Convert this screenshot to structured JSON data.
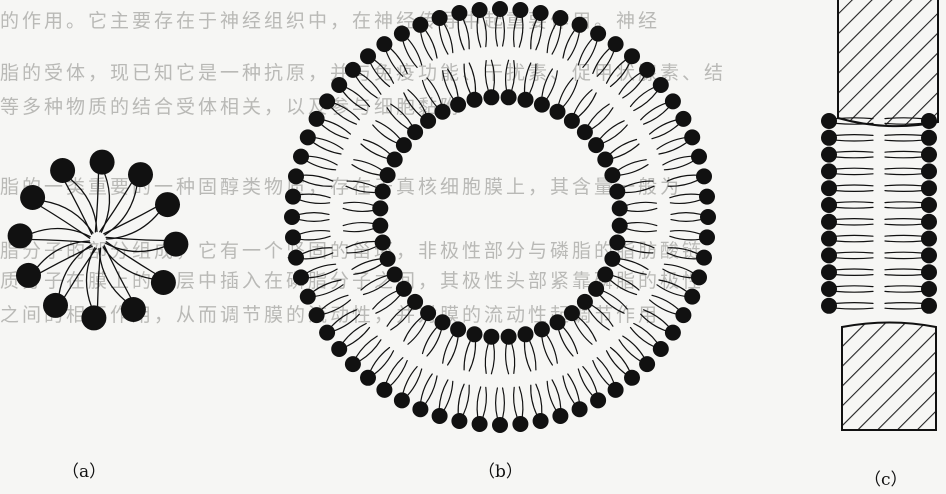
{
  "background": {
    "color": "#f6f6f4",
    "bleed_text_lines": [
      "的作用。它主要存在于神经组织中，在神经传导中起重要作用。神经",
      "脂的受体，现已知它是一种抗原，并与免疫功能、干扰素、促甲状腺素、结",
      "等多种物质的结合受体相关，以及参与细胞黏附",
      "脂的一类重要的一种固醇类物质，存在于真核细胞膜上，其含量一般为",
      "脂分子的部分组成，它有一个坚固的甾环，非极性部分与磷脂的脂肪酸链",
      "质分子在膜上的脂层中插入在磷脂分子之间，其极性头部紧靠磷脂的极性",
      "之间的相互作用，从而调节膜的流动性，并对膜的流动性起调节作用"
    ]
  },
  "figure": {
    "colors": {
      "ink": "#111111",
      "head": "#111111",
      "hatch": "#222222"
    },
    "panels": [
      {
        "id": "a",
        "label": "（a）",
        "structure": "micelle",
        "lipid_count": 12
      },
      {
        "id": "b",
        "label": "（b）",
        "structure": "liposome",
        "outer_leaflet_count": 64,
        "inner_leaflet_count": 44
      },
      {
        "id": "c",
        "label": "（c）",
        "structure": "bilayer-between-hatched-blocks",
        "lipids_per_leaflet": 12
      }
    ]
  }
}
